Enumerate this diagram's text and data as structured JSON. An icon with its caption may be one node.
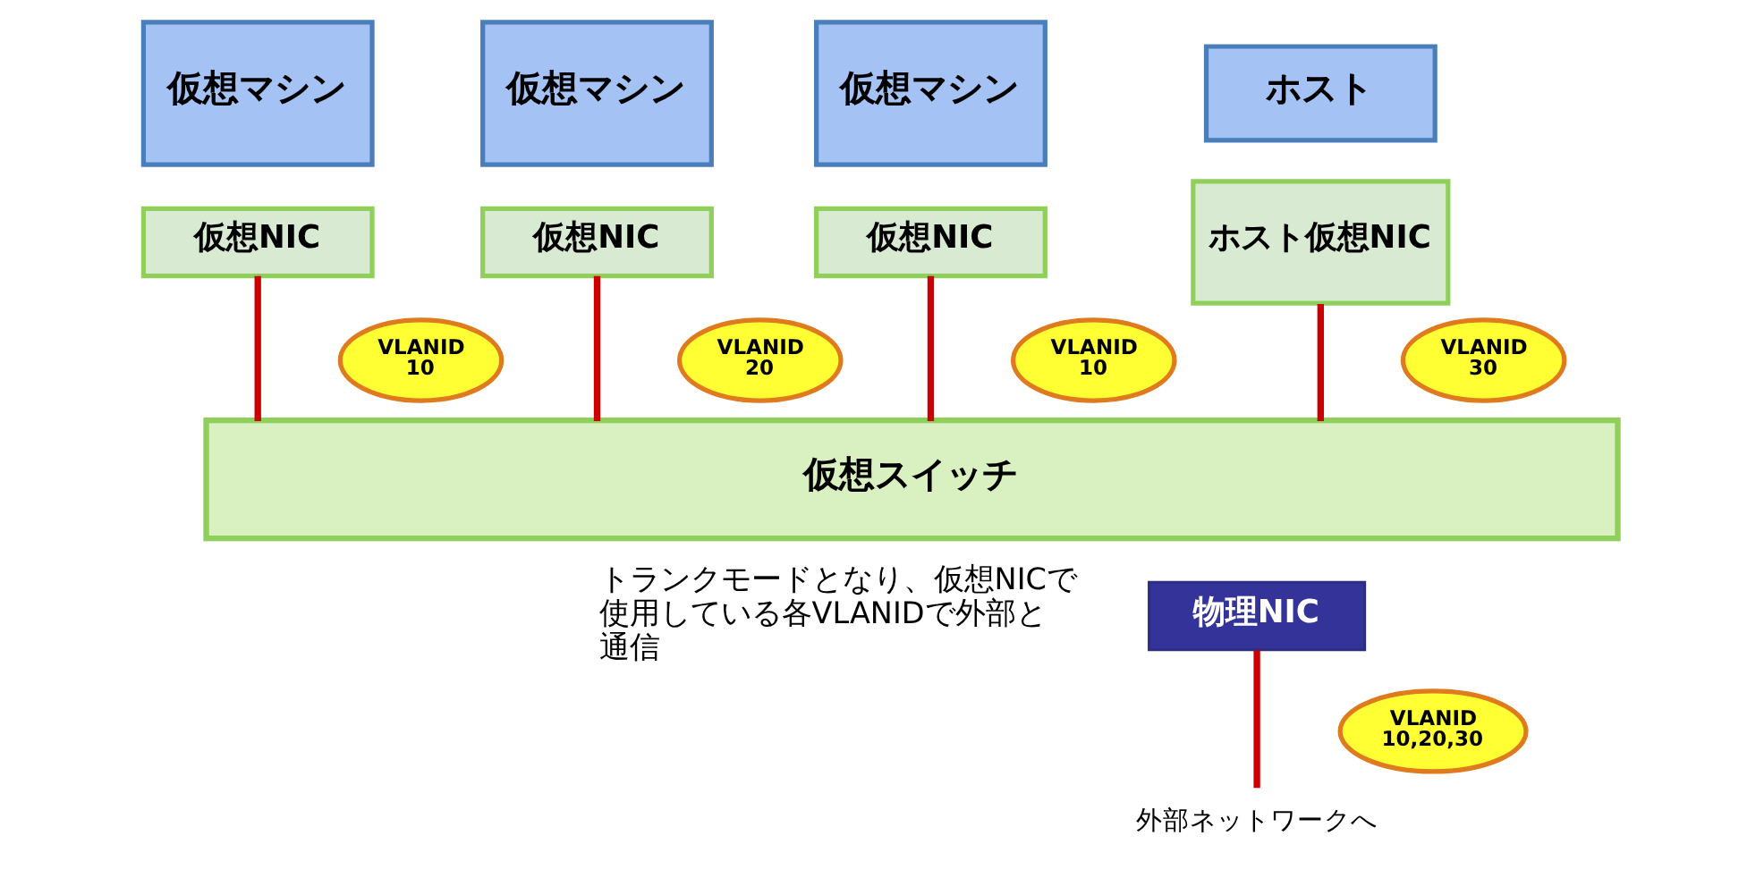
{
  "diagram": {
    "nodes": [
      {
        "text": [
          "仮想マシン"
        ]
      },
      {
        "text": [
          "仮想NIC"
        ]
      },
      {
        "text": [
          "VLANID",
          "10"
        ]
      },
      {
        "text": [
          "仮想マシン"
        ]
      },
      {
        "text": [
          "仮想NIC"
        ]
      },
      {
        "text": [
          "VLANID",
          "20"
        ]
      },
      {
        "text": [
          "仮想マシン"
        ]
      },
      {
        "text": [
          "仮想NIC"
        ]
      },
      {
        "text": [
          "VLANID",
          "10"
        ]
      },
      {
        "text": [
          "ホスト"
        ]
      },
      {
        "text": [
          "ホスト仮想NIC"
        ]
      },
      {
        "text": [
          "VLANID",
          "30"
        ]
      },
      {
        "text": [
          "仮想スイッチ"
        ]
      },
      {
        "text": [
          "物理NIC"
        ]
      },
      {
        "text": [
          "VLANID",
          "10,20,30"
        ]
      },
      {
        "text": [
          "外部ネットワークへ"
        ]
      }
    ],
    "edges": [
      {
        "from": 1,
        "to": 12,
        "arrow": "none"
      },
      {
        "from": 4,
        "to": 12,
        "arrow": "none"
      },
      {
        "from": 7,
        "to": 12,
        "arrow": "none"
      },
      {
        "from": 10,
        "to": 12,
        "arrow": "none"
      },
      {
        "from": 13,
        "to": 15,
        "arrow": "none"
      }
    ],
    "labels": [
      "トランクモードとなり、仮想NICで使用している各VLANIDで外部と通信"
    ]
  }
}
